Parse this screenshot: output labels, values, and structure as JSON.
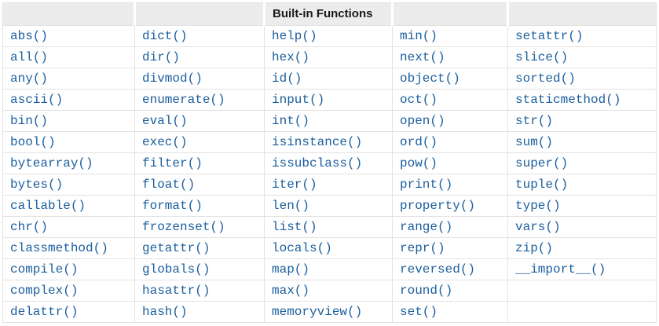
{
  "colors": {
    "link": "#1a5e9e",
    "border": "#e2e2e2",
    "header_bg": "#ececec",
    "header_text": "#1a1a1a",
    "page_bg": "#ffffff"
  },
  "table": {
    "title": "Built-in Functions",
    "num_rows": 14,
    "num_cols": 5,
    "columns": [
      [
        "abs()",
        "all()",
        "any()",
        "ascii()",
        "bin()",
        "bool()",
        "bytearray()",
        "bytes()",
        "callable()",
        "chr()",
        "classmethod()",
        "compile()",
        "complex()",
        "delattr()"
      ],
      [
        "dict()",
        "dir()",
        "divmod()",
        "enumerate()",
        "eval()",
        "exec()",
        "filter()",
        "float()",
        "format()",
        "frozenset()",
        "getattr()",
        "globals()",
        "hasattr()",
        "hash()"
      ],
      [
        "help()",
        "hex()",
        "id()",
        "input()",
        "int()",
        "isinstance()",
        "issubclass()",
        "iter()",
        "len()",
        "list()",
        "locals()",
        "map()",
        "max()",
        "memoryview()"
      ],
      [
        "min()",
        "next()",
        "object()",
        "oct()",
        "open()",
        "ord()",
        "pow()",
        "print()",
        "property()",
        "range()",
        "repr()",
        "reversed()",
        "round()",
        "set()"
      ],
      [
        "setattr()",
        "slice()",
        "sorted()",
        "staticmethod()",
        "str()",
        "sum()",
        "super()",
        "tuple()",
        "type()",
        "vars()",
        "zip()",
        "__import__()",
        "",
        ""
      ]
    ]
  }
}
